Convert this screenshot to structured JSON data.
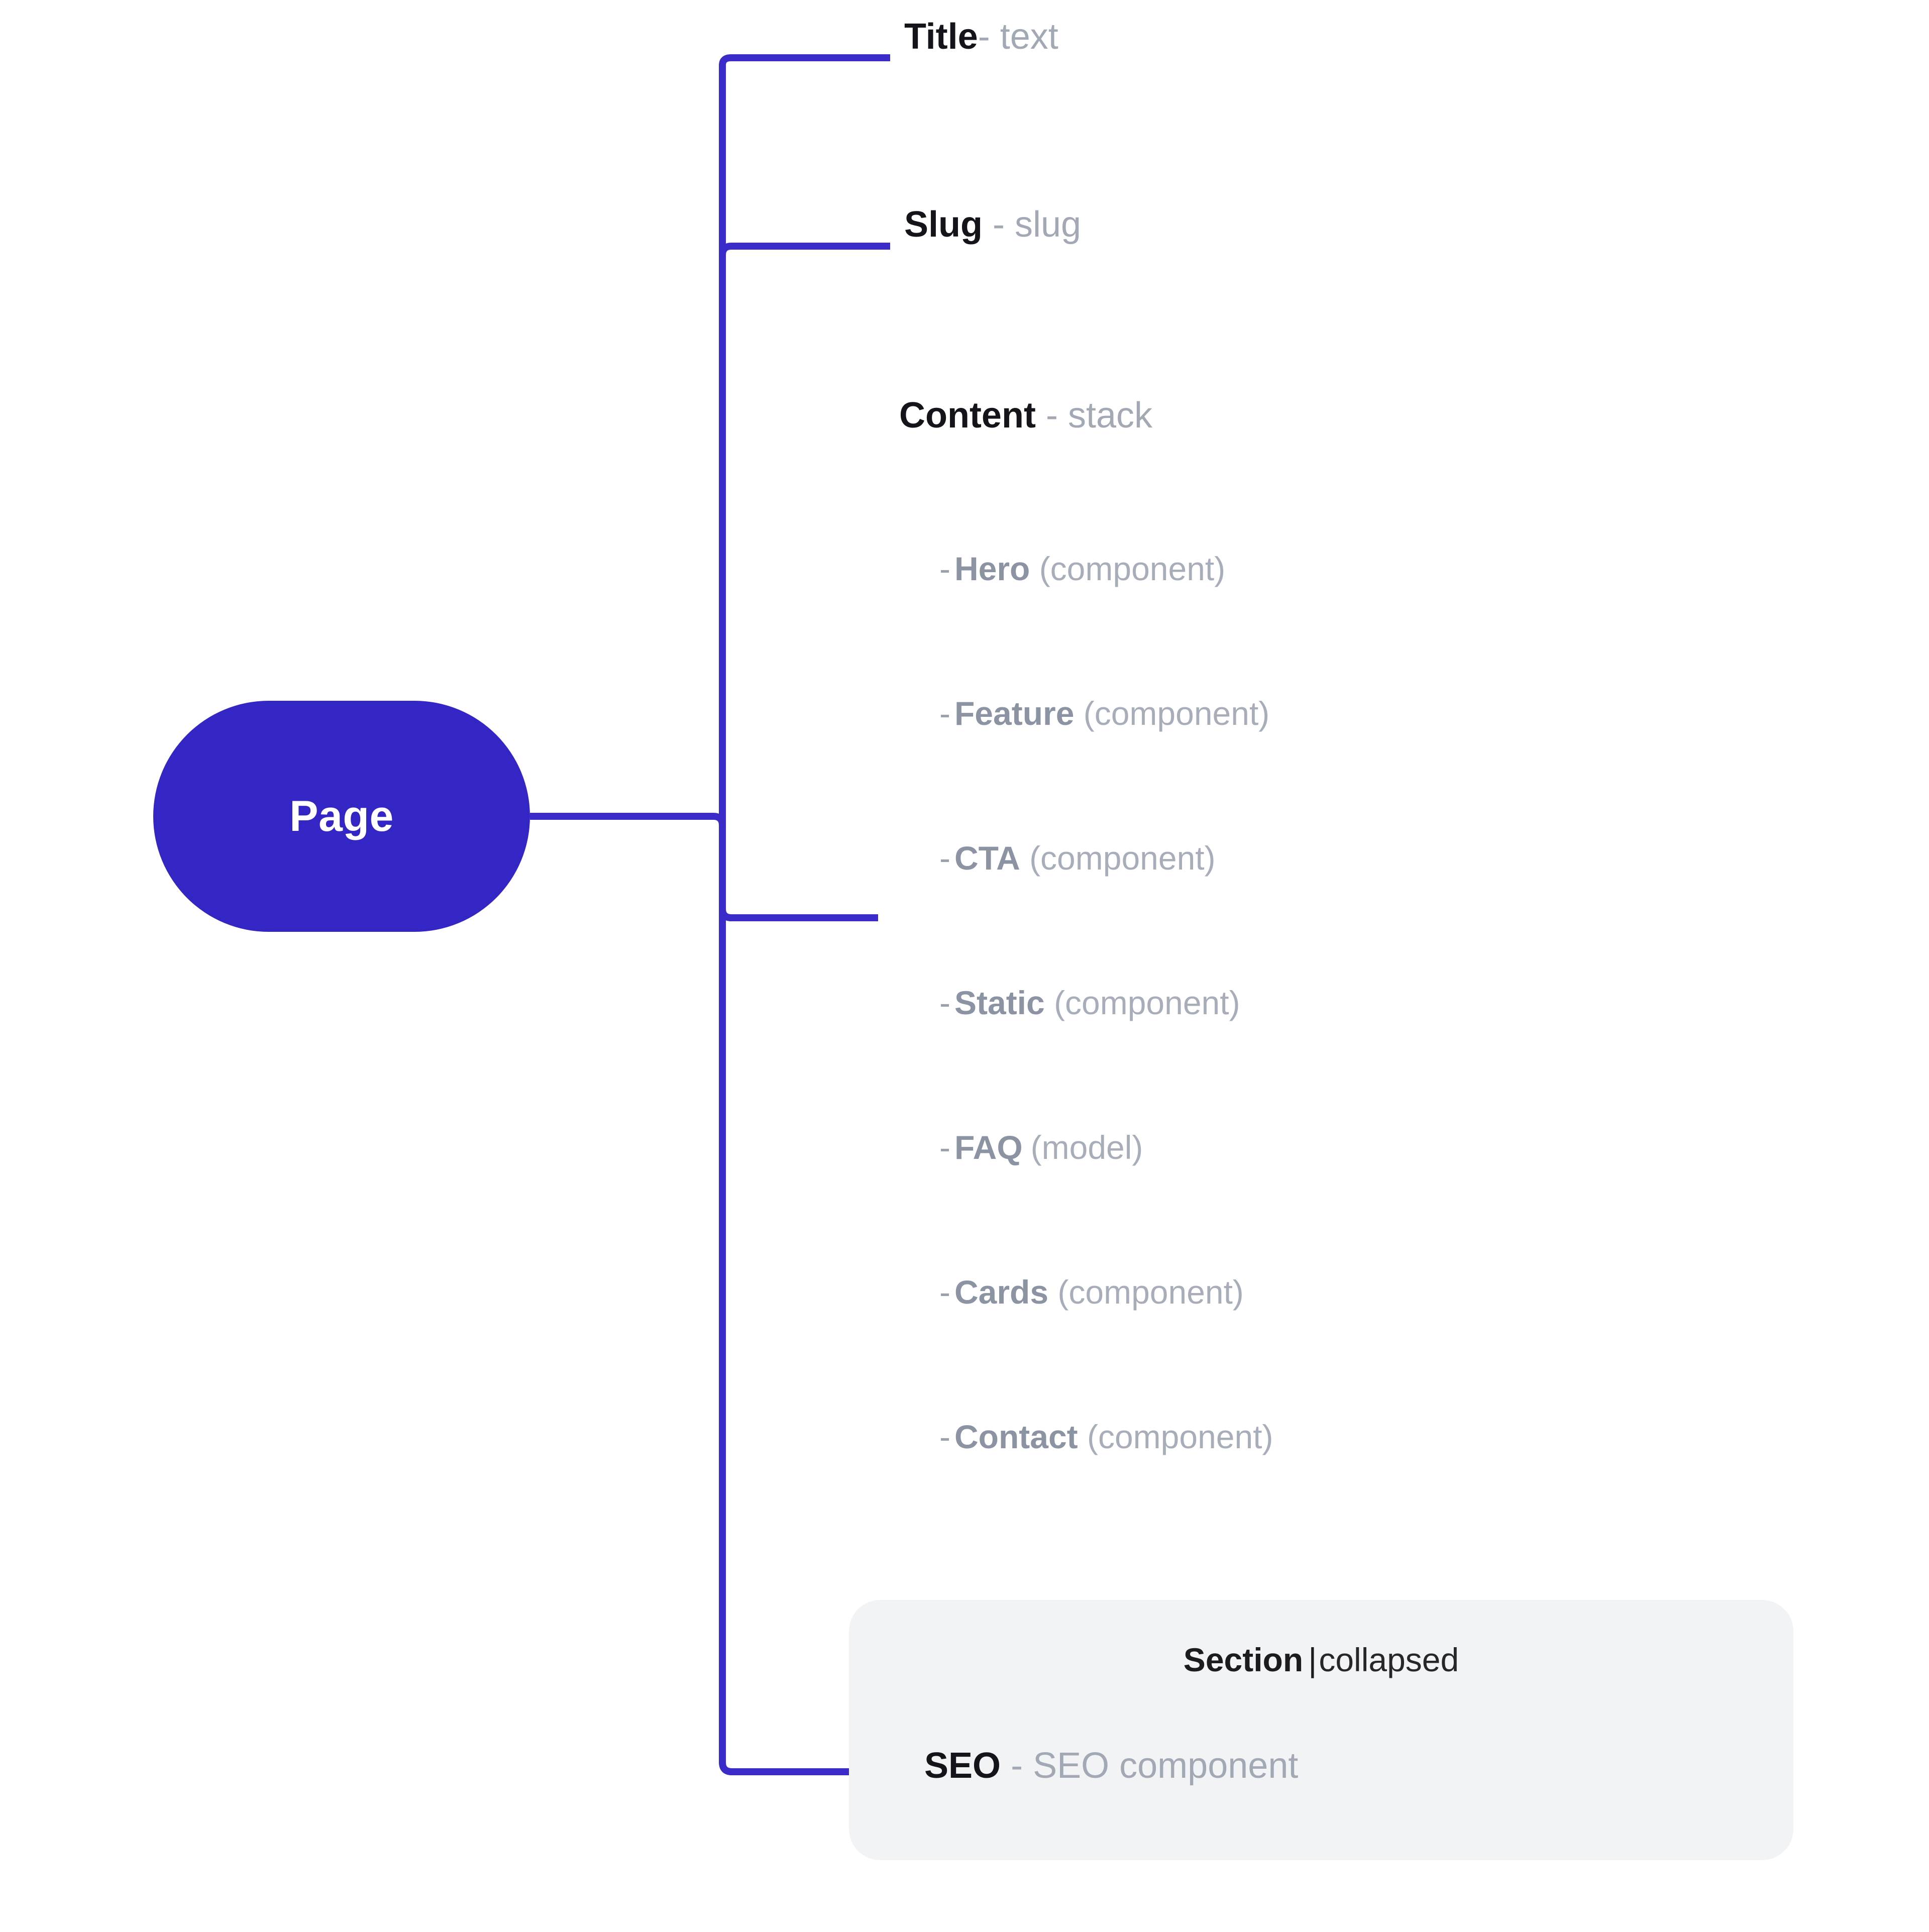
{
  "diagram": {
    "type": "content-model-tree",
    "accent_color": "#3426c4",
    "wire_color": "#3b2bc9",
    "panel_color": "#f2f3f5",
    "root": {
      "label": "Page"
    },
    "fields": [
      {
        "name": "Title",
        "dash": "-",
        "type": "text"
      },
      {
        "name": "Slug",
        "dash": "-",
        "type": "slug"
      },
      {
        "name": "Content",
        "dash": "-",
        "type": "stack"
      },
      {
        "name": "SEO",
        "dash": "-",
        "type": "SEO component"
      }
    ],
    "stack_items": [
      {
        "bullet": "-",
        "name": "Hero",
        "type": "(component)"
      },
      {
        "bullet": "-",
        "name": "Feature",
        "type": "(component)"
      },
      {
        "bullet": "-",
        "name": "CTA",
        "type": "(component)"
      },
      {
        "bullet": "-",
        "name": "Static",
        "type": "(component)"
      },
      {
        "bullet": "-",
        "name": "FAQ",
        "type": "(model)"
      },
      {
        "bullet": "-",
        "name": "Cards",
        "type": "(component)"
      },
      {
        "bullet": "-",
        "name": "Contact",
        "type": "(component)"
      }
    ],
    "section_panel": {
      "title": "Section",
      "divider": "|",
      "state": "collapsed"
    }
  }
}
